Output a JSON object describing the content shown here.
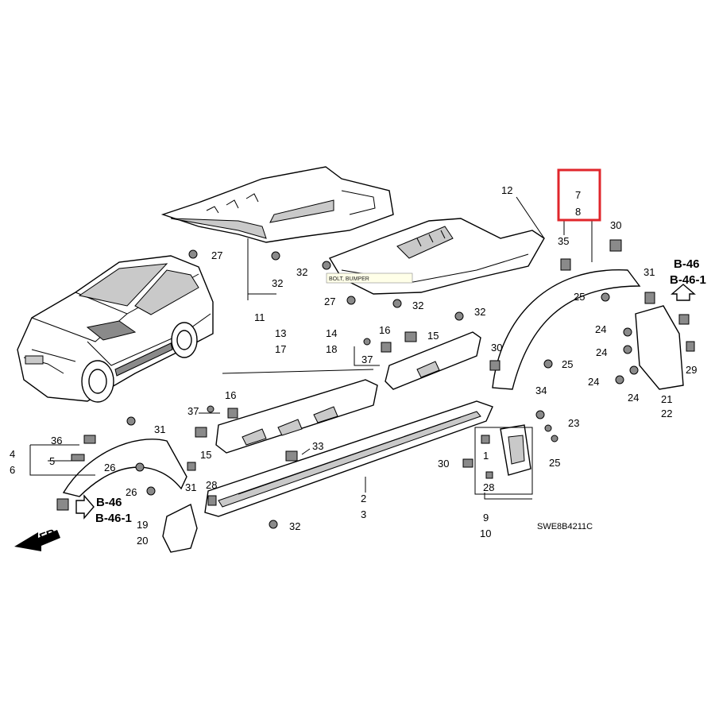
{
  "colors": {
    "highlight": "#e0262b",
    "line": "#000000",
    "part_shade": "#8a8a8a"
  },
  "diagram_code": "SWE8B4211C",
  "tooltip": "BOLT, BUMPER",
  "direction_arrow": "FR.",
  "refs": {
    "b46": "B-46",
    "b461": "B-46-1"
  },
  "callouts": {
    "c1": "1",
    "c2": "2",
    "c3": "3",
    "c4": "4",
    "c5": "5",
    "c6": "6",
    "c7": "7",
    "c8": "8",
    "c9": "9",
    "c10": "10",
    "c11": "11",
    "c12": "12",
    "c13": "13",
    "c14": "14",
    "c15": "15",
    "c16": "16",
    "c17": "17",
    "c18": "18",
    "c19": "19",
    "c20": "20",
    "c21": "21",
    "c22": "22",
    "c23": "23",
    "c24": "24",
    "c25": "25",
    "c26": "26",
    "c27": "27",
    "c28": "28",
    "c29": "29",
    "c30": "30",
    "c31": "31",
    "c32": "32",
    "c33": "33",
    "c34": "34",
    "c35": "35",
    "c36": "36",
    "c37": "37"
  }
}
